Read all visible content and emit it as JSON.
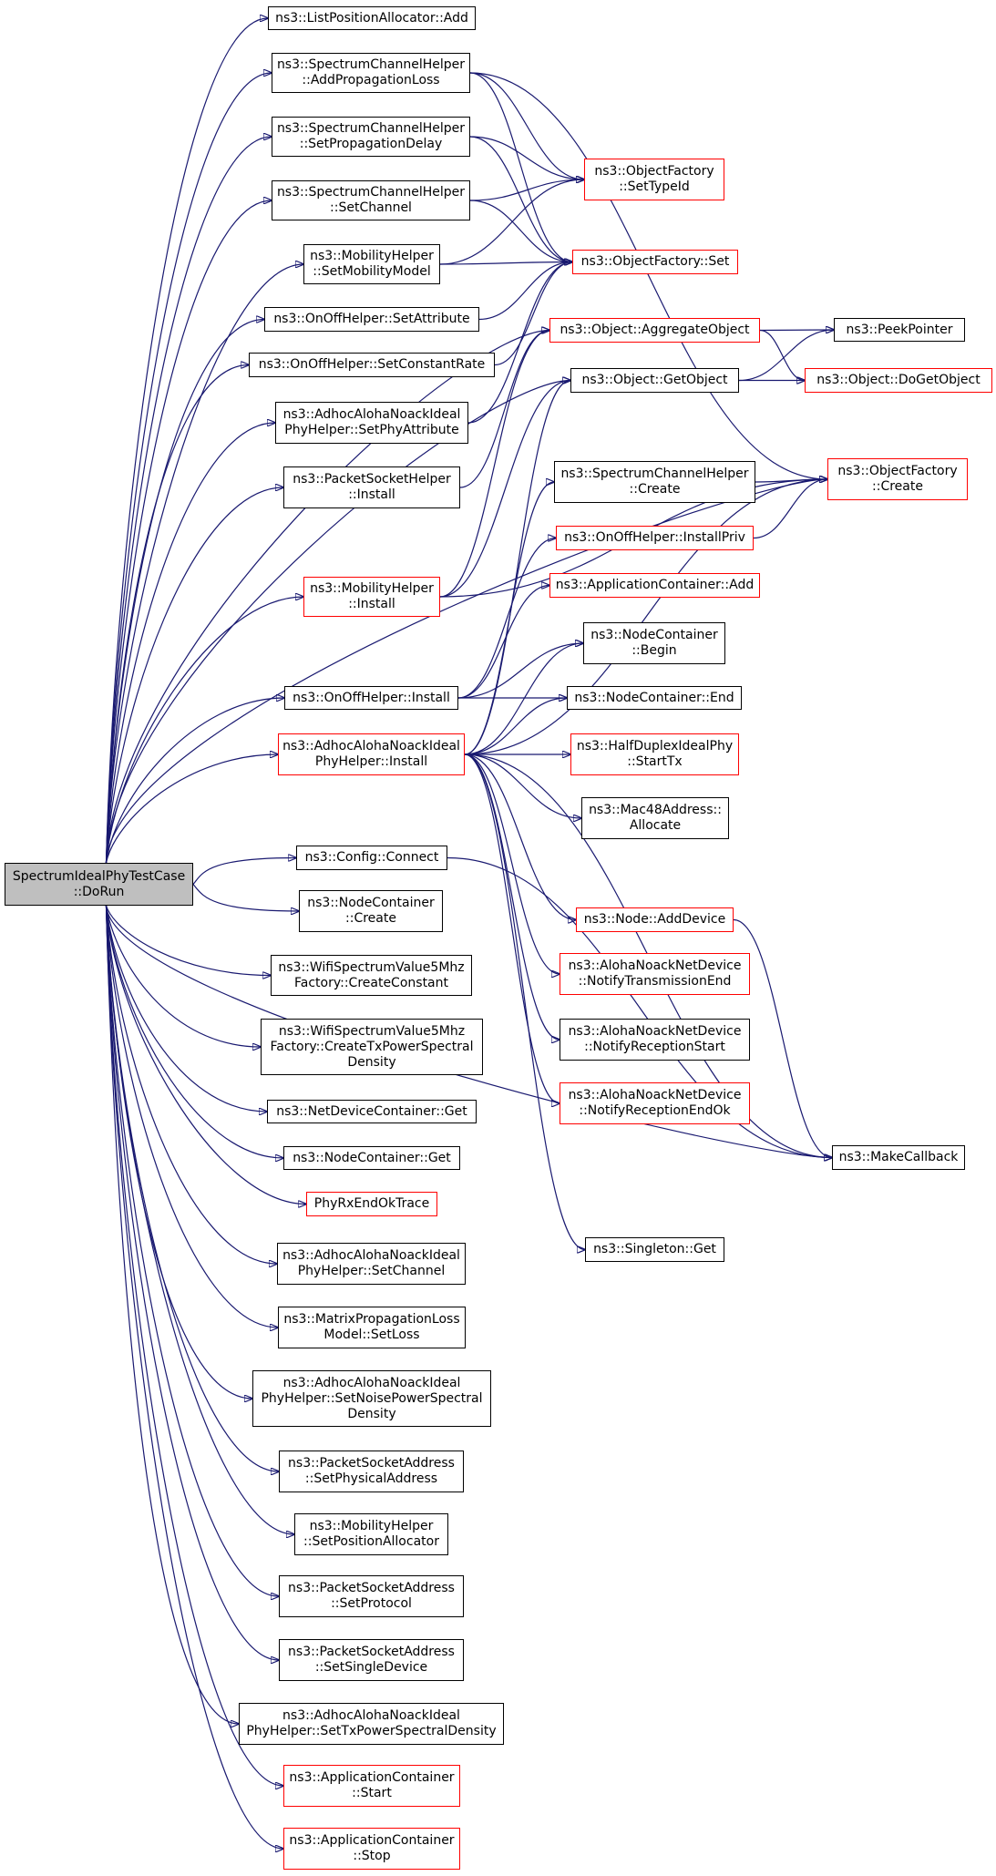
{
  "colors": {
    "edge": "#191970",
    "root_fill": "#bfbfbf",
    "red_border": "#ff0000",
    "black_border": "#000000"
  },
  "nodes": [
    {
      "id": "root",
      "label": "SpectrumIdealPhyTestCase\n::DoRun",
      "style": "root"
    },
    {
      "id": "lpa_add",
      "label": "ns3::ListPositionAllocator::Add",
      "style": "black"
    },
    {
      "id": "sch_apl",
      "label": "ns3::SpectrumChannelHelper\n::AddPropagationLoss",
      "style": "black"
    },
    {
      "id": "sch_spd",
      "label": "ns3::SpectrumChannelHelper\n::SetPropagationDelay",
      "style": "black"
    },
    {
      "id": "sch_sc",
      "label": "ns3::SpectrumChannelHelper\n::SetChannel",
      "style": "black"
    },
    {
      "id": "mh_smm",
      "label": "ns3::MobilityHelper\n::SetMobilityModel",
      "style": "black"
    },
    {
      "id": "ooh_sa",
      "label": "ns3::OnOffHelper::SetAttribute",
      "style": "black"
    },
    {
      "id": "ooh_scr",
      "label": "ns3::OnOffHelper::SetConstantRate",
      "style": "black"
    },
    {
      "id": "aan_spa",
      "label": "ns3::AdhocAlohaNoackIdeal\nPhyHelper::SetPhyAttribute",
      "style": "black"
    },
    {
      "id": "psh_inst",
      "label": "ns3::PacketSocketHelper\n::Install",
      "style": "black"
    },
    {
      "id": "mh_inst",
      "label": "ns3::MobilityHelper\n::Install",
      "style": "red"
    },
    {
      "id": "ooh_inst",
      "label": "ns3::OnOffHelper::Install",
      "style": "black"
    },
    {
      "id": "aan_inst",
      "label": "ns3::AdhocAlohaNoackIdeal\nPhyHelper::Install",
      "style": "red"
    },
    {
      "id": "cfg_conn",
      "label": "ns3::Config::Connect",
      "style": "black"
    },
    {
      "id": "nc_create",
      "label": "ns3::NodeContainer\n::Create",
      "style": "black"
    },
    {
      "id": "wsv_cc",
      "label": "ns3::WifiSpectrumValue5Mhz\nFactory::CreateConstant",
      "style": "black"
    },
    {
      "id": "wsv_ctx",
      "label": "ns3::WifiSpectrumValue5Mhz\nFactory::CreateTxPowerSpectral\nDensity",
      "style": "black"
    },
    {
      "id": "ndc_get",
      "label": "ns3::NetDeviceContainer::Get",
      "style": "black"
    },
    {
      "id": "nc_get",
      "label": "ns3::NodeContainer::Get",
      "style": "black"
    },
    {
      "id": "phy_trace",
      "label": "PhyRxEndOkTrace",
      "style": "red"
    },
    {
      "id": "aan_sc",
      "label": "ns3::AdhocAlohaNoackIdeal\nPhyHelper::SetChannel",
      "style": "black"
    },
    {
      "id": "mpl_sl",
      "label": "ns3::MatrixPropagationLoss\nModel::SetLoss",
      "style": "black"
    },
    {
      "id": "aan_snps",
      "label": "ns3::AdhocAlohaNoackIdeal\nPhyHelper::SetNoisePowerSpectral\nDensity",
      "style": "black"
    },
    {
      "id": "psa_spa",
      "label": "ns3::PacketSocketAddress\n::SetPhysicalAddress",
      "style": "black"
    },
    {
      "id": "mh_spa",
      "label": "ns3::MobilityHelper\n::SetPositionAllocator",
      "style": "black"
    },
    {
      "id": "psa_sp",
      "label": "ns3::PacketSocketAddress\n::SetProtocol",
      "style": "black"
    },
    {
      "id": "psa_ssd",
      "label": "ns3::PacketSocketAddress\n::SetSingleDevice",
      "style": "black"
    },
    {
      "id": "aan_stx",
      "label": "ns3::AdhocAlohaNoackIdeal\nPhyHelper::SetTxPowerSpectralDensity",
      "style": "black"
    },
    {
      "id": "ac_start",
      "label": "ns3::ApplicationContainer\n::Start",
      "style": "red"
    },
    {
      "id": "ac_stop",
      "label": "ns3::ApplicationContainer\n::Stop",
      "style": "red"
    },
    {
      "id": "of_sti",
      "label": "ns3::ObjectFactory\n::SetTypeId",
      "style": "red"
    },
    {
      "id": "of_set",
      "label": "ns3::ObjectFactory::Set",
      "style": "red"
    },
    {
      "id": "obj_agg",
      "label": "ns3::Object::AggregateObject",
      "style": "red"
    },
    {
      "id": "obj_get",
      "label": "ns3::Object::GetObject",
      "style": "black"
    },
    {
      "id": "sch_create",
      "label": "ns3::SpectrumChannelHelper\n::Create",
      "style": "black"
    },
    {
      "id": "ooh_ip",
      "label": "ns3::OnOffHelper::InstallPriv",
      "style": "red"
    },
    {
      "id": "ac_add",
      "label": "ns3::ApplicationContainer::Add",
      "style": "red"
    },
    {
      "id": "nc_begin",
      "label": "ns3::NodeContainer\n::Begin",
      "style": "black"
    },
    {
      "id": "nc_end",
      "label": "ns3::NodeContainer::End",
      "style": "black"
    },
    {
      "id": "hdi_stx",
      "label": "ns3::HalfDuplexIdealPhy\n::StartTx",
      "style": "red"
    },
    {
      "id": "mac_alloc",
      "label": "ns3::Mac48Address::\nAllocate",
      "style": "black"
    },
    {
      "id": "node_add",
      "label": "ns3::Node::AddDevice",
      "style": "red"
    },
    {
      "id": "and_nte",
      "label": "ns3::AlohaNoackNetDevice\n::NotifyTransmissionEnd",
      "style": "red"
    },
    {
      "id": "and_nrs",
      "label": "ns3::AlohaNoackNetDevice\n::NotifyReceptionStart",
      "style": "black"
    },
    {
      "id": "and_nre",
      "label": "ns3::AlohaNoackNetDevice\n::NotifyReceptionEndOk",
      "style": "red"
    },
    {
      "id": "singleton",
      "label": "ns3::Singleton::Get",
      "style": "black"
    },
    {
      "id": "peek",
      "label": "ns3::PeekPointer",
      "style": "black"
    },
    {
      "id": "obj_dgo",
      "label": "ns3::Object::DoGetObject",
      "style": "red"
    },
    {
      "id": "of_create",
      "label": "ns3::ObjectFactory\n::Create",
      "style": "red"
    },
    {
      "id": "make_cb",
      "label": "ns3::MakeCallback",
      "style": "black"
    }
  ],
  "edges": [
    [
      "root",
      "lpa_add"
    ],
    [
      "root",
      "sch_apl"
    ],
    [
      "root",
      "sch_spd"
    ],
    [
      "root",
      "sch_sc"
    ],
    [
      "root",
      "mh_smm"
    ],
    [
      "root",
      "ooh_sa"
    ],
    [
      "root",
      "ooh_scr"
    ],
    [
      "root",
      "aan_spa"
    ],
    [
      "root",
      "psh_inst"
    ],
    [
      "root",
      "mh_inst"
    ],
    [
      "root",
      "ooh_inst"
    ],
    [
      "root",
      "aan_inst"
    ],
    [
      "root",
      "cfg_conn"
    ],
    [
      "root",
      "nc_create"
    ],
    [
      "root",
      "wsv_cc"
    ],
    [
      "root",
      "wsv_ctx"
    ],
    [
      "root",
      "ndc_get"
    ],
    [
      "root",
      "nc_get"
    ],
    [
      "root",
      "phy_trace"
    ],
    [
      "root",
      "aan_sc"
    ],
    [
      "root",
      "mpl_sl"
    ],
    [
      "root",
      "aan_snps"
    ],
    [
      "root",
      "psa_spa"
    ],
    [
      "root",
      "mh_spa"
    ],
    [
      "root",
      "psa_sp"
    ],
    [
      "root",
      "psa_ssd"
    ],
    [
      "root",
      "aan_stx"
    ],
    [
      "root",
      "ac_start"
    ],
    [
      "root",
      "ac_stop"
    ],
    [
      "root",
      "obj_agg"
    ],
    [
      "root",
      "obj_get"
    ],
    [
      "root",
      "of_create"
    ],
    [
      "root",
      "make_cb"
    ],
    [
      "sch_apl",
      "of_sti"
    ],
    [
      "sch_apl",
      "of_set"
    ],
    [
      "sch_apl",
      "of_create"
    ],
    [
      "sch_spd",
      "of_sti"
    ],
    [
      "sch_spd",
      "of_set"
    ],
    [
      "sch_sc",
      "of_sti"
    ],
    [
      "sch_sc",
      "of_set"
    ],
    [
      "mh_smm",
      "of_sti"
    ],
    [
      "mh_smm",
      "of_set"
    ],
    [
      "ooh_sa",
      "of_set"
    ],
    [
      "ooh_scr",
      "of_set"
    ],
    [
      "aan_spa",
      "of_set"
    ],
    [
      "psh_inst",
      "obj_agg"
    ],
    [
      "mh_inst",
      "obj_agg"
    ],
    [
      "mh_inst",
      "obj_get"
    ],
    [
      "mh_inst",
      "of_create"
    ],
    [
      "obj_agg",
      "peek"
    ],
    [
      "obj_agg",
      "obj_dgo"
    ],
    [
      "obj_get",
      "peek"
    ],
    [
      "obj_get",
      "obj_dgo"
    ],
    [
      "sch_create",
      "of_create"
    ],
    [
      "ooh_ip",
      "of_create"
    ],
    [
      "ooh_inst",
      "nc_begin"
    ],
    [
      "ooh_inst",
      "nc_end"
    ],
    [
      "ooh_inst",
      "ooh_ip"
    ],
    [
      "ooh_inst",
      "ac_add"
    ],
    [
      "aan_inst",
      "nc_begin"
    ],
    [
      "aan_inst",
      "nc_end"
    ],
    [
      "aan_inst",
      "hdi_stx"
    ],
    [
      "aan_inst",
      "mac_alloc"
    ],
    [
      "aan_inst",
      "node_add"
    ],
    [
      "aan_inst",
      "and_nte"
    ],
    [
      "aan_inst",
      "and_nrs"
    ],
    [
      "aan_inst",
      "and_nre"
    ],
    [
      "aan_inst",
      "make_cb"
    ],
    [
      "aan_inst",
      "singleton"
    ],
    [
      "aan_inst",
      "of_create"
    ],
    [
      "aan_inst",
      "obj_get"
    ],
    [
      "aan_inst",
      "sch_create"
    ],
    [
      "cfg_conn",
      "make_cb"
    ],
    [
      "node_add",
      "make_cb"
    ]
  ]
}
